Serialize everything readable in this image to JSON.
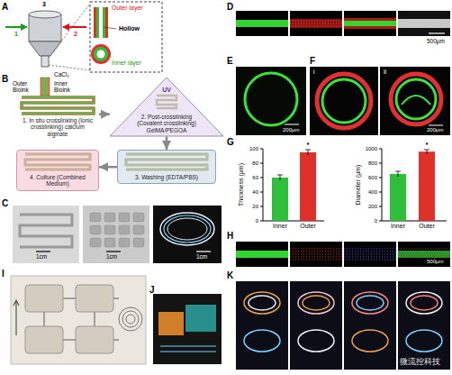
{
  "diagram": {
    "nodes": [
      {
        "text": [
          "1. In situ crosslinking (Ionic crosslinking) calcium alginate"
        ]
      },
      {
        "text": [
          "2. Post-crosslinking (Covalent crosslinking) GelMA/PEGOA"
        ]
      },
      {
        "text": [
          "3. Washing (EDTA/PBS)"
        ]
      },
      {
        "text": [
          "4. Culture (Combined Medium)"
        ]
      }
    ],
    "edges": [
      {
        "from": 0,
        "to": 1,
        "arrow": "to"
      },
      {
        "from": 1,
        "to": 2,
        "arrow": "to"
      },
      {
        "from": 2,
        "to": 3,
        "arrow": "to"
      }
    ],
    "labels": [
      "A",
      "3",
      "1",
      "2",
      "Outer layer",
      "Hollow",
      "Inner layer",
      "B",
      "CaCl₂",
      "Outer Bioink",
      "Inner Bioink",
      "UV",
      "C",
      "1cm",
      "1cm",
      "1cm",
      "I",
      "J",
      "D",
      "500μm",
      "E",
      "200μm",
      "F",
      "i",
      "ii",
      "200μm",
      "G",
      "Thickness (μm)",
      "0",
      "20",
      "40",
      "60",
      "80",
      "100",
      "*",
      "Inner",
      "Outer",
      "Diameter (μm)",
      "0",
      "200",
      "400",
      "600",
      "800",
      "1000",
      "*",
      "Inner",
      "Outer",
      "H",
      "500μm",
      "K",
      "微流控科技"
    ]
  }
}
